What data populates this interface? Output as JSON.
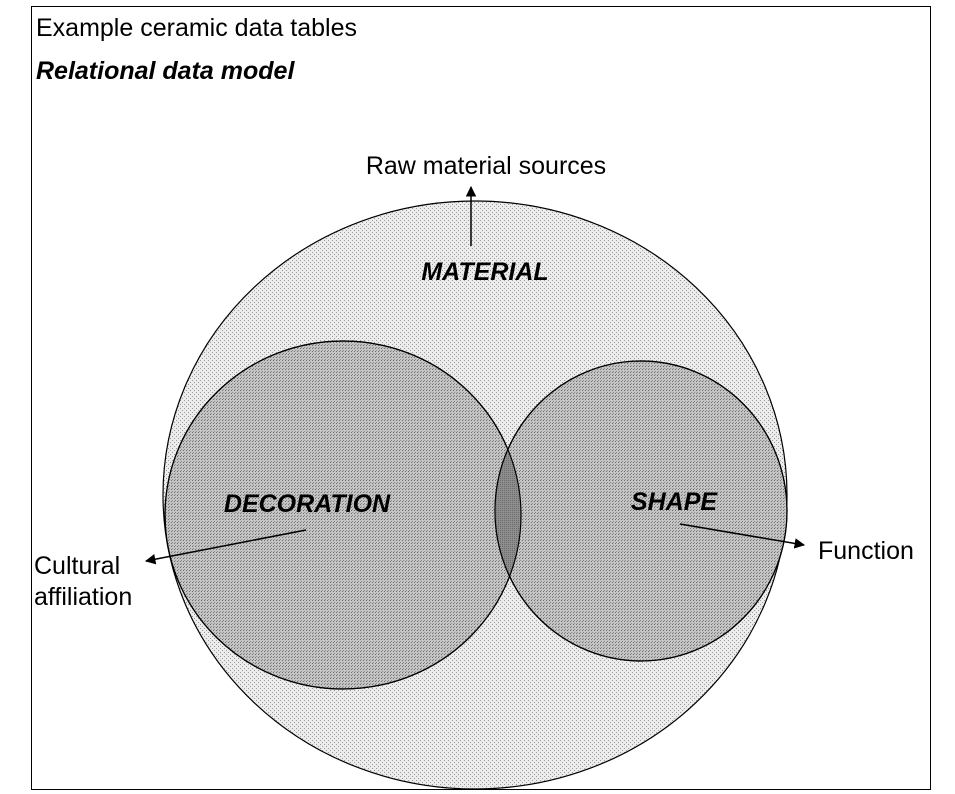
{
  "header": {
    "title": "Example ceramic data tables",
    "subtitle": "Relational data model"
  },
  "diagram": {
    "sets": {
      "material": "MATERIAL",
      "decoration": "DECORATION",
      "shape": "SHAPE"
    },
    "external_labels": {
      "raw_material_sources": "Raw material sources",
      "cultural_affiliation_line1": "Cultural",
      "cultural_affiliation_line2": "affiliation",
      "function": "Function"
    },
    "colors": {
      "outer_fill": "#e6e6e6",
      "set_fill": "#b9b9b9",
      "overlap_fill": "#8a8a8a",
      "stroke": "#000000",
      "background": "#ffffff"
    }
  }
}
